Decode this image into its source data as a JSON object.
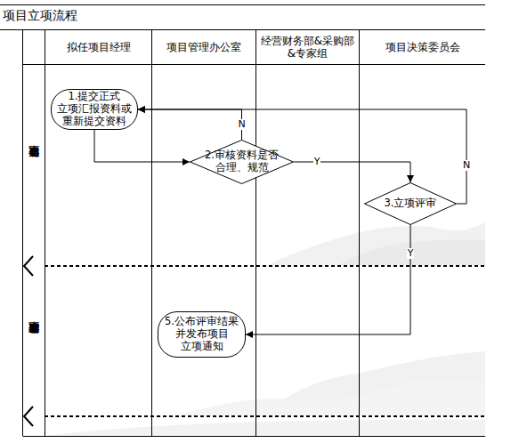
{
  "diagram": {
    "title": "项目立项流程",
    "nodes": [
      {
        "text": [
          "拟任项目经理"
        ]
      },
      {
        "text": [
          "项目管理办公室"
        ]
      },
      {
        "text": [
          "经营财务部&采购部 &专家组"
        ]
      },
      {
        "text": [
          "项目决策委员会"
        ]
      },
      {
        "text": [
          "项目立项评审阶段"
        ]
      },
      {
        "text": [
          "1.提交正式 立项汇报资料或 重新提交资料"
        ],
        "in": 4
      },
      {
        "text": [
          "2.审核资料是否 合理、规范"
        ],
        "in": 4
      },
      {
        "text": [
          "3.立项评审"
        ],
        "in": 4
      },
      {
        "text": [
          "项目立项评审结果发布阶段"
        ]
      },
      {
        "text": [
          "5.公布评审结果 并发布项目 立项通知"
        ],
        "in": 8
      }
    ],
    "edges": [
      {
        "from": 5,
        "to": 6,
        "arrow": "to"
      },
      {
        "from": 6,
        "to": 5,
        "label": "N",
        "arrow": "to"
      },
      {
        "from": 6,
        "to": 7,
        "label": "Y",
        "arrow": "to"
      },
      {
        "from": 7,
        "to": 5,
        "label": "N",
        "arrow": "to"
      },
      {
        "from": 7,
        "to": 9,
        "label": "Y",
        "arrow": "to"
      }
    ]
  }
}
